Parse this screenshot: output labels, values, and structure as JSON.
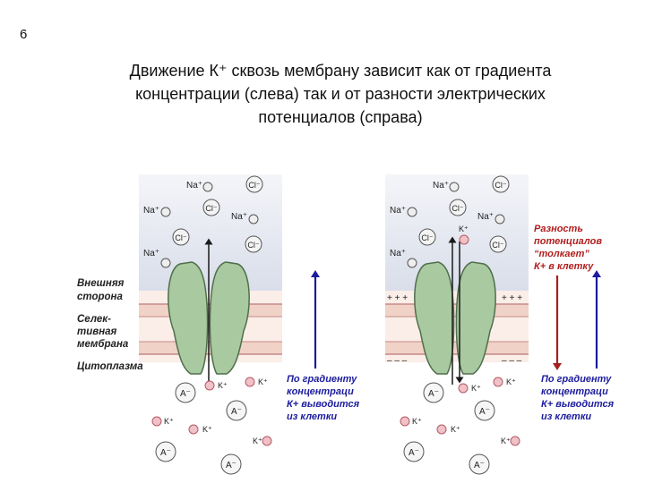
{
  "slide": {
    "number": "6",
    "title_lines": [
      "Движение К⁺ сквозь мембрану зависит как от градиента",
      "концентрации (слева) так и от разности электрических",
      "потенциалов (справа)"
    ]
  },
  "side_labels": {
    "outer": [
      "Внешняя",
      "сторона"
    ],
    "membrane": [
      "Селек-",
      "тивная",
      "мембрана"
    ],
    "cytoplasm": "Цитоплазма"
  },
  "ions": {
    "na": "Na⁺",
    "cl": "Cl⁻",
    "k": "K⁺",
    "anion": "A⁻"
  },
  "charges": {
    "plus": "+ + +",
    "minus": "– – –"
  },
  "left_panel": {
    "annotation": [
      "По градиенту",
      "концентраци",
      "К+ выводится",
      "из клетки"
    ]
  },
  "right_panel": {
    "potential_annotation": [
      "Разность",
      "потенциалов",
      "“толкает”",
      "К+ в клетку"
    ],
    "gradient_annotation": [
      "По градиенту",
      "концентраци",
      "К+ выводится",
      "из клетки"
    ]
  },
  "colors": {
    "outer_side": "#dfe3ee",
    "membrane_band": "#f1d2c6",
    "membrane_line": "#c4898a",
    "channel_fill": "#a9c9a0",
    "channel_stroke": "#4f6f4c",
    "k_ion": "#f0c1c6",
    "k_ion_stroke": "#b45a66",
    "blue_arrow": "#1c1c9e",
    "red_arrow": "#a3201f",
    "red_text": "#b01e1e",
    "blue_text": "#1c1c9e"
  }
}
